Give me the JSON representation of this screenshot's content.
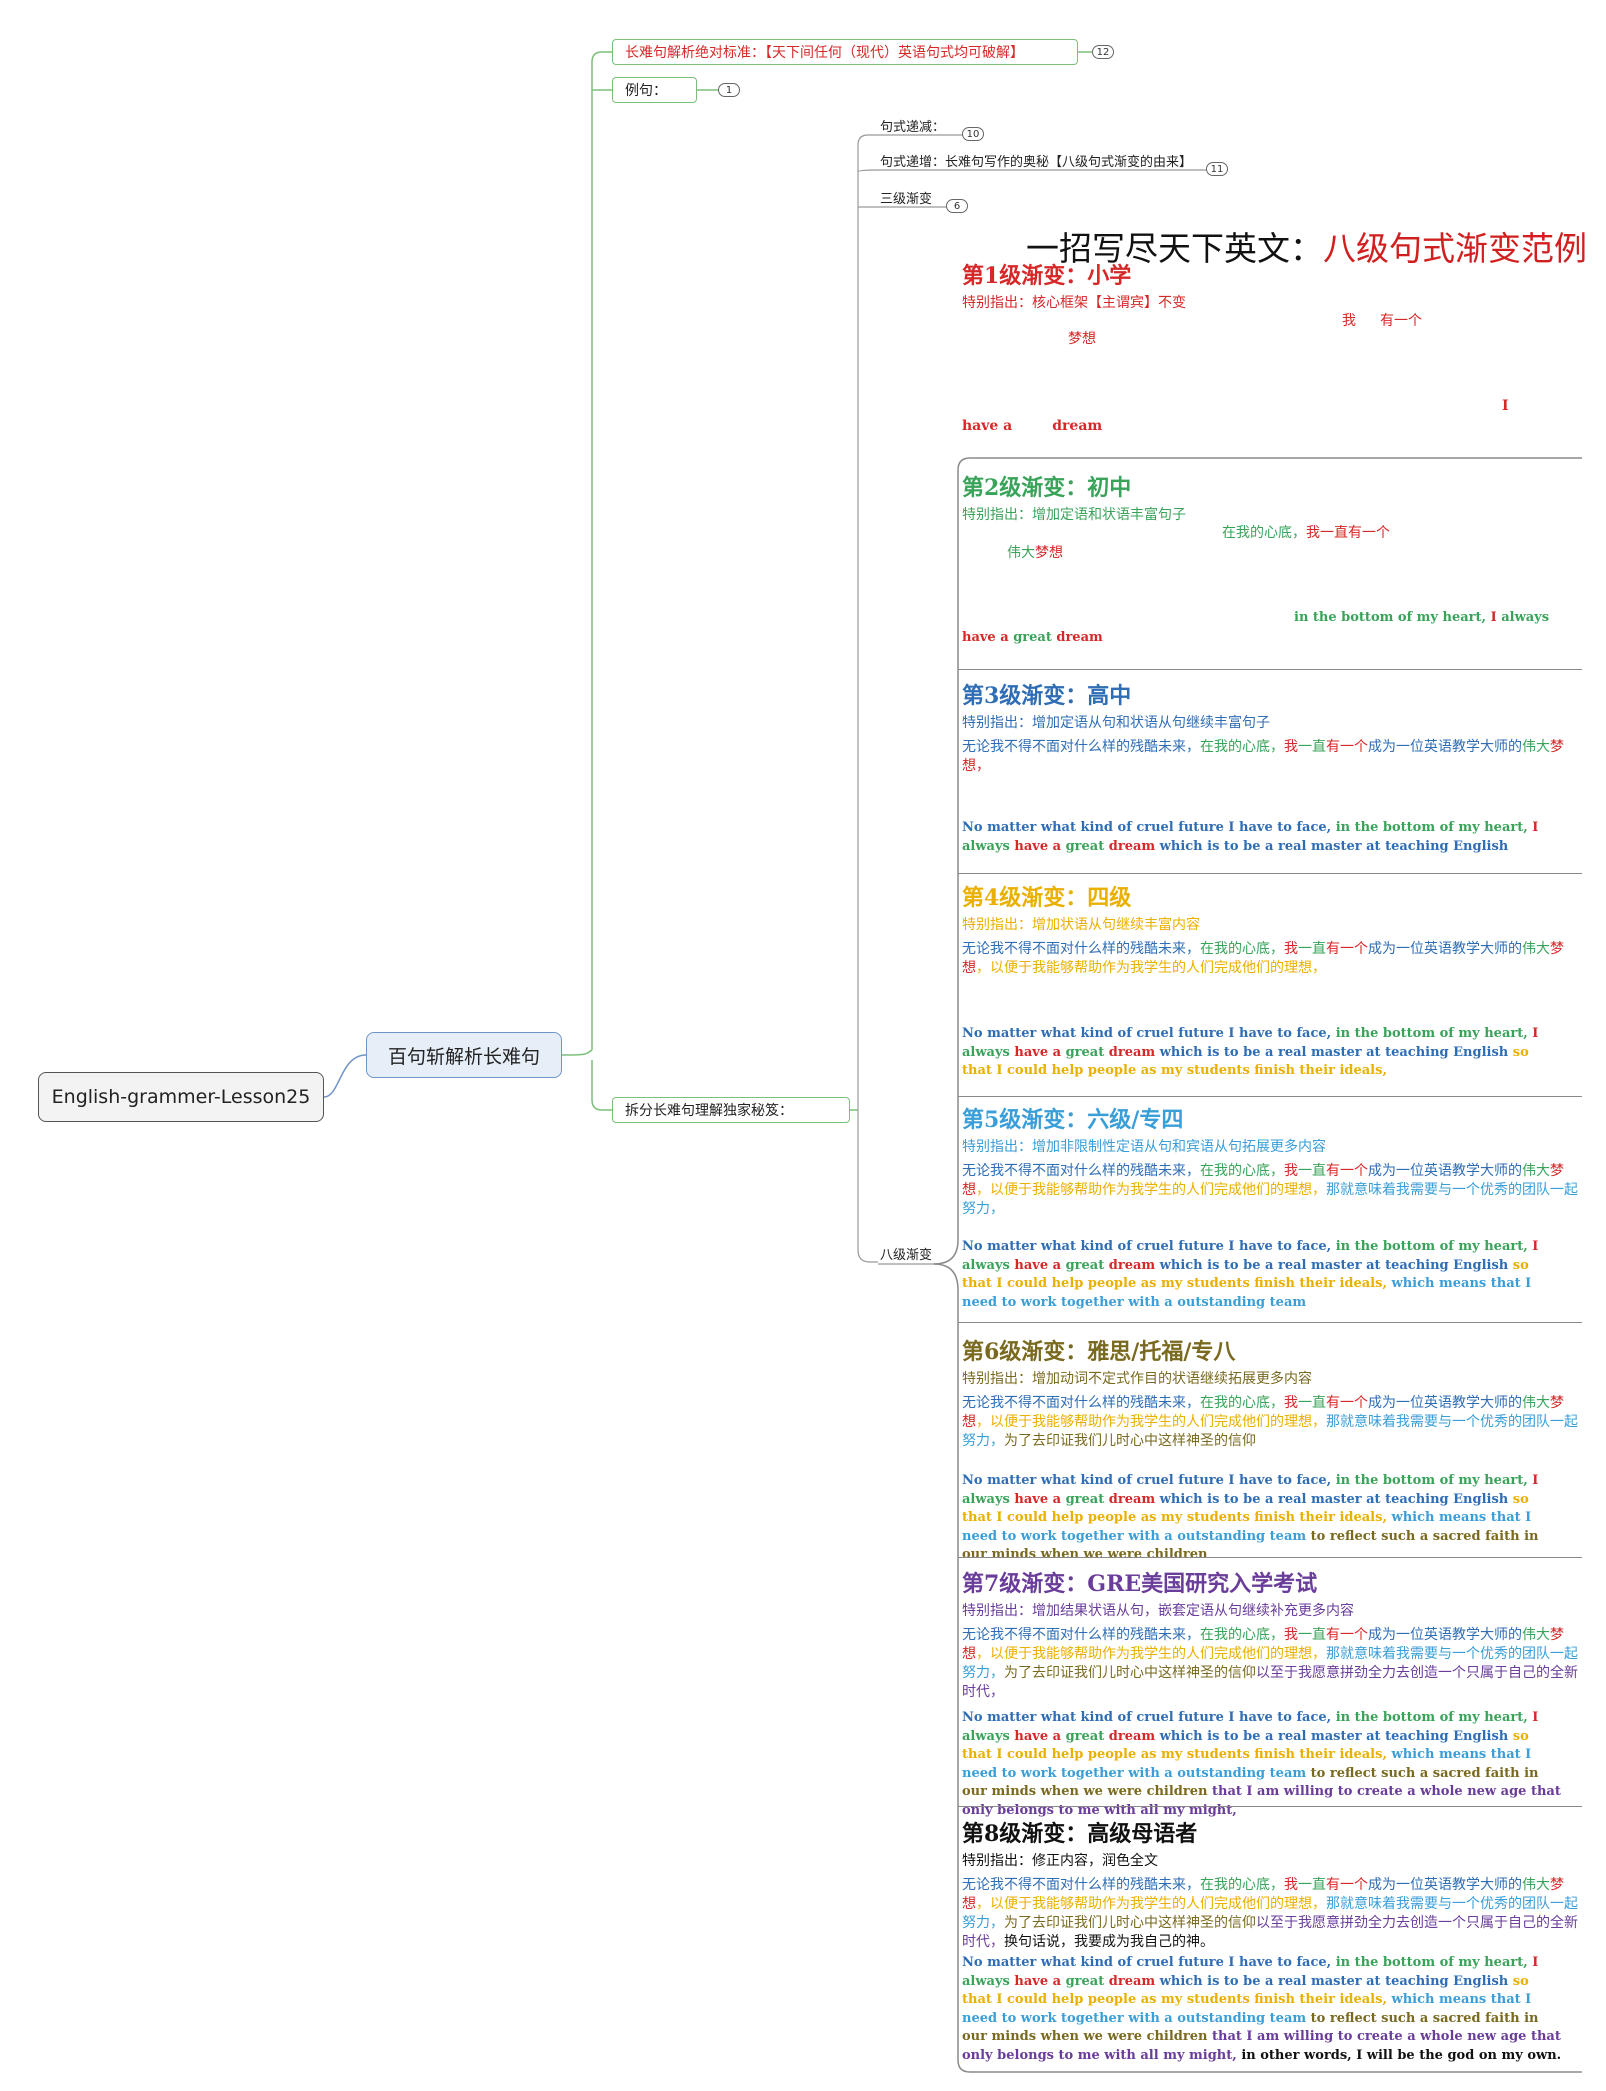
{
  "root": {
    "label": "English-grammer-Lesson25"
  },
  "main": {
    "label": "百句斩解析长难句"
  },
  "branches": [
    {
      "label": "长难句解析绝对标准：【天下间任何（现代）英语句式均可破解】",
      "badge": "12"
    },
    {
      "label": "例句：",
      "badge": "1"
    },
    {
      "label": "拆分长难句理解独家秘笈："
    }
  ],
  "sub": [
    {
      "label": "句式递减：",
      "badge": "10"
    },
    {
      "label": "句式递增：长难句写作的奥秘【八级句式渐变的由来】",
      "badge": "11"
    },
    {
      "label": "三级渐变",
      "badge": "6"
    },
    {
      "label": "八级渐变"
    }
  ],
  "poster": {
    "title_a": "一招写尽天下英文：",
    "title_b": "八级句式渐变范例"
  },
  "levels": [
    {
      "title": "第1级渐变：小学",
      "note": "特别指出：核心框架【主谓宾】不变",
      "cn": [
        {
          "t": "我",
          "c": "cr"
        },
        {
          "t": "有一个",
          "c": "cr"
        },
        {
          "t": "梦想",
          "c": "cr"
        }
      ],
      "en": [
        {
          "t": "I",
          "c": "cr"
        },
        {
          "t": "have a",
          "c": "cr"
        },
        {
          "t": "dream",
          "c": "cr"
        }
      ]
    },
    {
      "title": "第2级渐变：初中",
      "note": "特别指出：增加定语和状语丰富句子",
      "cn": [
        {
          "t": "在我的心底，",
          "c": "cg"
        },
        {
          "t": "我一直有一个",
          "c": "cr"
        },
        {
          "t": "伟大",
          "c": "cg"
        },
        {
          "t": "梦想",
          "c": "cr"
        }
      ],
      "en": [
        {
          "t": "in the bottom of my heart,",
          "c": "cg"
        },
        {
          "t": "I",
          "c": "cr"
        },
        {
          "t": "always",
          "c": "cg"
        },
        {
          "t": "have a",
          "c": "cr"
        },
        {
          "t": "great",
          "c": "cg"
        },
        {
          "t": "dream",
          "c": "cr"
        }
      ]
    },
    {
      "title": "第3级渐变：高中",
      "note": "特别指出：增加定语从句和状语从句继续丰富句子",
      "cn": [
        {
          "t": "无论我不得不面对什么样的残酷未来，",
          "c": "cb"
        },
        {
          "t": "在我的心底，",
          "c": "cg"
        },
        {
          "t": "我",
          "c": "cr"
        },
        {
          "t": "一直",
          "c": "cg"
        },
        {
          "t": "有一个",
          "c": "cr"
        },
        {
          "t": "成为一位英语教学大师的",
          "c": "cb"
        },
        {
          "t": "伟大",
          "c": "cg"
        },
        {
          "t": "梦想",
          "c": "cr"
        },
        {
          "t": "，",
          "c": "cr"
        }
      ],
      "en": [
        {
          "t": "No matter what kind of cruel future I have to face,",
          "c": "cb"
        },
        {
          "t": "in the bottom of my heart,",
          "c": "cg"
        },
        {
          "t": "I",
          "c": "cr"
        },
        {
          "t": "always",
          "c": "cg"
        },
        {
          "t": "have a",
          "c": "cr"
        },
        {
          "t": "great",
          "c": "cg"
        },
        {
          "t": "dream",
          "c": "cr"
        },
        {
          "t": "which is to be a real master at teaching English",
          "c": "cb"
        }
      ]
    },
    {
      "title": "第4级渐变：四级",
      "note": "特别指出：增加状语从句继续丰富内容",
      "cn": [
        {
          "t": "无论我不得不面对什么样的残酷未来，",
          "c": "cb"
        },
        {
          "t": "在我的心底，",
          "c": "cg"
        },
        {
          "t": "我",
          "c": "cr"
        },
        {
          "t": "一直",
          "c": "cg"
        },
        {
          "t": "有一个",
          "c": "cr"
        },
        {
          "t": "成为一位英语教学大师的",
          "c": "cb"
        },
        {
          "t": "伟大",
          "c": "cg"
        },
        {
          "t": "梦想",
          "c": "cr"
        },
        {
          "t": "，以便于我能够帮助作为我学生的人们完成他们的理想，",
          "c": "cy"
        }
      ],
      "en": [
        {
          "t": "No matter what kind of cruel future I have to face,",
          "c": "cb"
        },
        {
          "t": "in the bottom of my heart,",
          "c": "cg"
        },
        {
          "t": "I",
          "c": "cr"
        },
        {
          "t": "always",
          "c": "cg"
        },
        {
          "t": "have a",
          "c": "cr"
        },
        {
          "t": "great",
          "c": "cg"
        },
        {
          "t": "dream",
          "c": "cr"
        },
        {
          "t": "which is to be a real master at teaching English",
          "c": "cb"
        },
        {
          "t": "so that I could help people as my students finish their ideals,",
          "c": "cy"
        }
      ]
    },
    {
      "title": "第5级渐变：六级/专四",
      "note": "特别指出：增加非限制性定语从句和宾语从句拓展更多内容",
      "cn": [
        {
          "t": "无论我不得不面对什么样的残酷未来，",
          "c": "cb"
        },
        {
          "t": "在我的心底，",
          "c": "cg"
        },
        {
          "t": "我",
          "c": "cr"
        },
        {
          "t": "一直",
          "c": "cg"
        },
        {
          "t": "有一个",
          "c": "cr"
        },
        {
          "t": "成为一位英语教学大师的",
          "c": "cb"
        },
        {
          "t": "伟大",
          "c": "cg"
        },
        {
          "t": "梦想",
          "c": "cr"
        },
        {
          "t": "，以便于我能够帮助作为我学生的人们完成他们的理想，",
          "c": "cy"
        },
        {
          "t": "那就意味着我需要与一个优秀的团队一起努力，",
          "c": "cc"
        }
      ],
      "en": [
        {
          "t": "No matter what kind of cruel future I have to face,",
          "c": "cb"
        },
        {
          "t": "in the bottom of my heart,",
          "c": "cg"
        },
        {
          "t": "I",
          "c": "cr"
        },
        {
          "t": "always",
          "c": "cg"
        },
        {
          "t": "have a",
          "c": "cr"
        },
        {
          "t": "great",
          "c": "cg"
        },
        {
          "t": "dream",
          "c": "cr"
        },
        {
          "t": "which is to be a real master at teaching English",
          "c": "cb"
        },
        {
          "t": "so that I could help people as my students finish their ideals,",
          "c": "cy"
        },
        {
          "t": "which means that I need to work together with a outstanding team",
          "c": "cc"
        }
      ]
    },
    {
      "title": "第6级渐变：雅思/托福/专八",
      "note": "特别指出：增加动词不定式作目的状语继续拓展更多内容",
      "cn": [
        {
          "t": "无论我不得不面对什么样的残酷未来，",
          "c": "cb"
        },
        {
          "t": "在我的心底，",
          "c": "cg"
        },
        {
          "t": "我",
          "c": "cr"
        },
        {
          "t": "一直",
          "c": "cg"
        },
        {
          "t": "有一个",
          "c": "cr"
        },
        {
          "t": "成为一位英语教学大师的",
          "c": "cb"
        },
        {
          "t": "伟大",
          "c": "cg"
        },
        {
          "t": "梦想",
          "c": "cr"
        },
        {
          "t": "，以便于我能够帮助作为我学生的人们完成他们的理想，",
          "c": "cy"
        },
        {
          "t": "那就意味着我需要与一个优秀的团队一起努力，",
          "c": "cc"
        },
        {
          "t": "为了去印证我们儿时心中这样神圣的信仰",
          "c": "co"
        }
      ],
      "en": [
        {
          "t": "No matter what kind of cruel future I have to face,",
          "c": "cb"
        },
        {
          "t": "in the bottom of my heart,",
          "c": "cg"
        },
        {
          "t": "I",
          "c": "cr"
        },
        {
          "t": "always",
          "c": "cg"
        },
        {
          "t": "have a",
          "c": "cr"
        },
        {
          "t": "great",
          "c": "cg"
        },
        {
          "t": "dream",
          "c": "cr"
        },
        {
          "t": "which is to be a real master at teaching English",
          "c": "cb"
        },
        {
          "t": "so that I could help people as my students finish their ideals,",
          "c": "cy"
        },
        {
          "t": "which means that I need to work together with a outstanding team",
          "c": "cc"
        },
        {
          "t": "to reflect such a sacred faith in our minds when we were children",
          "c": "co"
        }
      ]
    },
    {
      "title": "第7级渐变：GRE美国研究入学考试",
      "note": "特别指出：增加结果状语从句，嵌套定语从句继续补充更多内容",
      "cn": [
        {
          "t": "无论我不得不面对什么样的残酷未来，",
          "c": "cb"
        },
        {
          "t": "在我的心底，",
          "c": "cg"
        },
        {
          "t": "我",
          "c": "cr"
        },
        {
          "t": "一直",
          "c": "cg"
        },
        {
          "t": "有一个",
          "c": "cr"
        },
        {
          "t": "成为一位英语教学大师的",
          "c": "cb"
        },
        {
          "t": "伟大",
          "c": "cg"
        },
        {
          "t": "梦想",
          "c": "cr"
        },
        {
          "t": "，以便于我能够帮助作为我学生的人们完成他们的理想，",
          "c": "cy"
        },
        {
          "t": "那就意味着我需要与一个优秀的团队一起努力，",
          "c": "cc"
        },
        {
          "t": "为了去印证我们儿时心中这样神圣的信仰",
          "c": "co"
        },
        {
          "t": "以至于我愿意拼劲全力去创造一个只属于自己的全新时代，",
          "c": "cp"
        }
      ],
      "en": [
        {
          "t": "No matter what kind of cruel future I have to face,",
          "c": "cb"
        },
        {
          "t": "in the bottom of my heart,",
          "c": "cg"
        },
        {
          "t": "I",
          "c": "cr"
        },
        {
          "t": "always",
          "c": "cg"
        },
        {
          "t": "have a",
          "c": "cr"
        },
        {
          "t": "great",
          "c": "cg"
        },
        {
          "t": "dream",
          "c": "cr"
        },
        {
          "t": "which is to be a real master at teaching English",
          "c": "cb"
        },
        {
          "t": "so that I could help people as my students finish their ideals,",
          "c": "cy"
        },
        {
          "t": "which means that I need to work together with a outstanding team",
          "c": "cc"
        },
        {
          "t": "to reflect such a sacred faith in our minds when we were children",
          "c": "co"
        },
        {
          "t": "that I am willing to create a whole new age that only belongs to me with all my might,",
          "c": "cp"
        }
      ]
    },
    {
      "title": "第8级渐变：高级母语者",
      "note": "特别指出：修正内容，润色全文",
      "cn": [
        {
          "t": "无论我不得不面对什么样的残酷未来，",
          "c": "cb"
        },
        {
          "t": "在我的心底，",
          "c": "cg"
        },
        {
          "t": "我",
          "c": "cr"
        },
        {
          "t": "一直",
          "c": "cg"
        },
        {
          "t": "有一个",
          "c": "cr"
        },
        {
          "t": "成为一位英语教学大师的",
          "c": "cb"
        },
        {
          "t": "伟大",
          "c": "cg"
        },
        {
          "t": "梦想",
          "c": "cr"
        },
        {
          "t": "，以便于我能够帮助作为我学生的人们完成他们的理想，",
          "c": "cy"
        },
        {
          "t": "那就意味着我需要与一个优秀的团队一起努力，",
          "c": "cc"
        },
        {
          "t": "为了去印证我们儿时心中这样神圣的信仰",
          "c": "co"
        },
        {
          "t": "以至于我愿意拼劲全力去创造一个只属于自己的全新时代，",
          "c": "cp"
        },
        {
          "t": "换句话说，我要成为我自己的神。",
          "c": "ck"
        }
      ],
      "en": [
        {
          "t": "No matter what kind of cruel future I have to face,",
          "c": "cb"
        },
        {
          "t": "in the bottom of my heart,",
          "c": "cg"
        },
        {
          "t": "I",
          "c": "cr"
        },
        {
          "t": "always",
          "c": "cg"
        },
        {
          "t": "have a",
          "c": "cr"
        },
        {
          "t": "great",
          "c": "cg"
        },
        {
          "t": "dream",
          "c": "cr"
        },
        {
          "t": "which is to be a real master at teaching English",
          "c": "cb"
        },
        {
          "t": "so that I could help people as my students finish their ideals,",
          "c": "cy"
        },
        {
          "t": "which means that I need to work together with a outstanding team",
          "c": "cc"
        },
        {
          "t": "to reflect such a sacred faith in our minds when we were children",
          "c": "co"
        },
        {
          "t": "that I am willing to create a whole new age that only belongs to me with all my might,",
          "c": "cp"
        },
        {
          "t": "in other words, I will be the god on my own.",
          "c": "ck"
        }
      ]
    }
  ],
  "colors": {
    "red": "#d62828",
    "green": "#3aa35a",
    "blue": "#2f6db5",
    "yellow": "#e9b000",
    "cyan": "#3a9ed8",
    "olive": "#7a6a1f",
    "purple": "#6a3d9a",
    "black": "#111111"
  }
}
